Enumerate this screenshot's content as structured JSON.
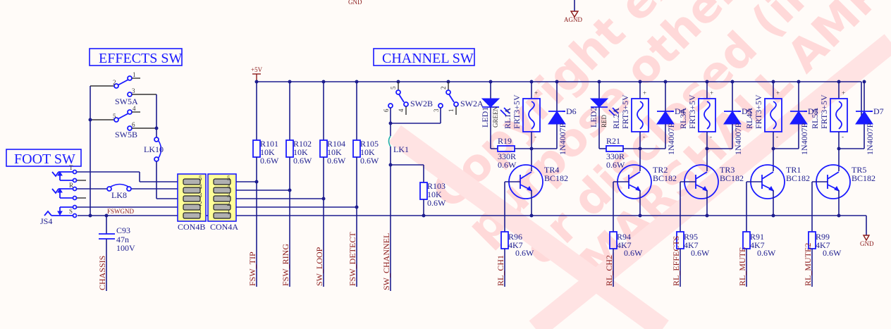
{
  "sections": {
    "effects_sw": "EFFECTS SW",
    "channel_sw": "CHANNEL SW",
    "foot_sw": "FOOT SW"
  },
  "power": {
    "top_gnd": "GND",
    "agnd": "AGND",
    "plus5v": "+5V",
    "gnd_right": "GND"
  },
  "switches": {
    "sw5a": {
      "ref": "SW5A",
      "pins": [
        "2",
        "1",
        "3"
      ]
    },
    "sw5b": {
      "ref": "SW5B",
      "pins": [
        "5",
        "4",
        "6"
      ]
    },
    "sw2b": {
      "ref": "SW2B",
      "pins": [
        "5",
        "4",
        "6"
      ]
    },
    "sw2a": {
      "ref": "SW2A",
      "pins": [
        "2",
        "1",
        "3"
      ]
    }
  },
  "links": {
    "lk10": "LK10",
    "lk8": "LK8",
    "lk1": "LK1"
  },
  "jack": {
    "ref": "JS4",
    "pins": [
      "T",
      "R",
      "S"
    ],
    "net": "FSWGND"
  },
  "capacitor": {
    "ref": "C93",
    "value": "47n",
    "rating": "100V",
    "net": "CHASSIS"
  },
  "connectors": [
    {
      "ref": "CON4B",
      "pins": [
        "5",
        "4",
        "3",
        "2",
        "1"
      ]
    },
    {
      "ref": "CON4A",
      "pins": [
        "5",
        "4",
        "3",
        "2",
        "1"
      ]
    }
  ],
  "pullups": [
    {
      "ref": "R101",
      "value": "10K",
      "power": "0.6W",
      "net": "FSW_TIP"
    },
    {
      "ref": "R102",
      "value": "10K",
      "power": "0.6W",
      "net": "FSW_RING"
    },
    {
      "ref": "R104",
      "value": "10K",
      "power": "0.6W",
      "net": "SW_LOOP"
    },
    {
      "ref": "R105",
      "value": "10K",
      "power": "0.6W",
      "net": "FSW_DETECT"
    }
  ],
  "r103": {
    "ref": "R103",
    "value": "10K",
    "power": "0.6W",
    "net": "SW_CHANNEL"
  },
  "leds": [
    {
      "ref": "LED1",
      "color": "GREEN",
      "resistor": "R19",
      "value": "330R",
      "power": "0.6W"
    },
    {
      "ref": "LED2",
      "color": "RED",
      "resistor": "R21",
      "value": "330R",
      "power": "0.6W"
    }
  ],
  "drivers": [
    {
      "relay": "RL1A",
      "relay_type": "FRT3+5V",
      "diode": "D6",
      "diode_type": "1N4007P",
      "transistor": "TR4",
      "transistor_type": "BC182",
      "base_r": "R96",
      "base_r_value": "4K7",
      "base_r_power": "0.6W",
      "net": "RL_CH1"
    },
    {
      "relay": "RL2A",
      "relay_type": "FRT3+5V",
      "diode": "D4",
      "diode_type": "1N4007P",
      "transistor": "TR2",
      "transistor_type": "BC182",
      "base_r": "R94",
      "base_r_value": "4K7",
      "base_r_power": "0.6W",
      "net": "RL_CH2"
    },
    {
      "relay": "RL3A",
      "relay_type": "FRT3+5V",
      "diode": "D5",
      "diode_type": "1N4007P",
      "transistor": "TR3",
      "transistor_type": "BC182",
      "base_r": "R95",
      "base_r_value": "4K7",
      "base_r_power": "0.6W",
      "net": "RL_EFFECTS"
    },
    {
      "relay": "RL4A",
      "relay_type": "FRT3+5V",
      "diode": "D3",
      "diode_type": "1N4007P",
      "transistor": "TR1",
      "transistor_type": "BC182",
      "base_r": "R91",
      "base_r_value": "4K7",
      "base_r_power": "0.6W",
      "net": "RL_MUTE"
    },
    {
      "relay": "RL5A",
      "relay_type": "FRT3+5V",
      "diode": "D7",
      "diode_type": "1N4007P",
      "transistor": "TR5",
      "transistor_type": "BC182",
      "base_r": "R99",
      "base_r_value": "4K7",
      "base_r_power": "0.6W",
      "net": "RL_MUTE2"
    }
  ],
  "relay_marks": {
    "plus": "+",
    "minus": "-"
  },
  "watermark": [
    "Copyright exists",
    "purpose other than",
    "or disclosed (in whole",
    "MARSHALL AMPLIFICATION KE"
  ],
  "colors": {
    "background": "#fffbf8",
    "wire": "#1d1d8f",
    "component": "#1a1aff",
    "net_label": "#8b1a1a",
    "watermark": "#ffd9d9",
    "connector": "#ffff99"
  }
}
